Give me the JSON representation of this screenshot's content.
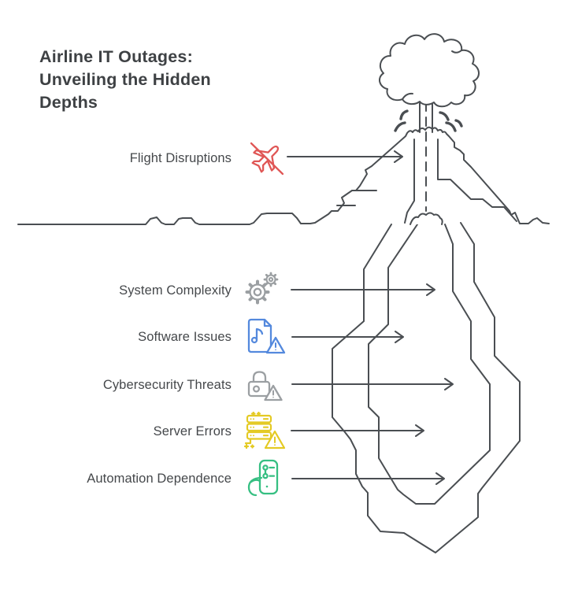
{
  "title": {
    "text": "Airline IT Outages:\nUnveiling the Hidden\nDepths"
  },
  "labels": [
    {
      "text": "Flight Disruptions",
      "icon": "no-fly-plane-icon",
      "color": "#e05756"
    },
    {
      "text": "System Complexity",
      "icon": "gears-icon",
      "color": "#9b9fa2"
    },
    {
      "text": "Software Issues",
      "icon": "file-alert-icon",
      "color": "#5489dd"
    },
    {
      "text": "Cybersecurity Threats",
      "icon": "lock-alert-icon",
      "color": "#9b9fa2"
    },
    {
      "text": "Server Errors",
      "icon": "server-alert-icon",
      "color": "#e4ca24"
    },
    {
      "text": "Automation Dependence",
      "icon": "automation-icon",
      "color": "#36bf82"
    }
  ],
  "colors": {
    "line_art": "#4a4e52",
    "title_text": "#3e4144",
    "label_text": "#45484b",
    "background": "#ffffff"
  }
}
